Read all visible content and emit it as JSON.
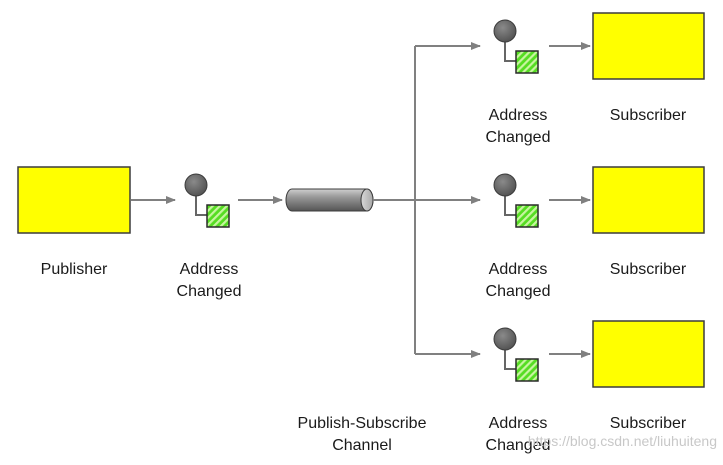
{
  "publisher": {
    "label": "Publisher"
  },
  "publisher_message": {
    "line1": "Address",
    "line2": "Changed"
  },
  "channel": {
    "line1": "Publish-Subscribe",
    "line2": "Channel"
  },
  "subscribers": [
    {
      "message_line1": "Address",
      "message_line2": "Changed",
      "label": "Subscriber"
    },
    {
      "message_line1": "Address",
      "message_line2": "Changed",
      "label": "Subscriber"
    },
    {
      "message_line1": "Address",
      "message_line2": "Changed",
      "label": "Subscriber"
    }
  ],
  "watermark": "https://blog.csdn.net/liuhuiteng",
  "colors": {
    "box_fill": "#ffff00",
    "box_stroke": "#3c3c3c",
    "connector": "#808080",
    "message_circle": "#666666",
    "message_square": "#44cc22",
    "channel_body": "#7a7a7a"
  }
}
